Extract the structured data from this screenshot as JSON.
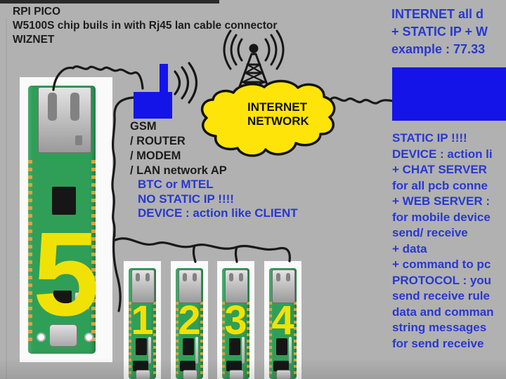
{
  "title_block": {
    "l1": "RPI PICO",
    "l2": "W5100S chip buils in with Rj45 lan cable connector",
    "l3": "WIZNET"
  },
  "internet_info": {
    "l1": "INTERNET all d",
    "l2": "+ STATIC IP + W",
    "l3": "example : 77.33"
  },
  "gsm_labels": {
    "l1": "GSM",
    "l2": "/ ROUTER",
    "l3": "/ MODEM",
    "l4": "/ LAN network AP"
  },
  "client_note": {
    "l1": "BTC or MTEL",
    "l2": "NO STATIC IP !!!!",
    "l3": "DEVICE : action like CLIENT"
  },
  "cloud": {
    "l1": "INTERNET",
    "l2": "NETWORK"
  },
  "server_note": {
    "l1": "STATIC IP !!!!",
    "l2": "DEVICE : action li",
    "l3": "+ CHAT SERVER",
    "l4": "for all pcb conne",
    "l5": "+ WEB SERVER :",
    "l6": "for mobile device",
    "l7": "send/ receive",
    "l8": "+ data",
    "l9": "+ command to pc",
    "l10": "PROTOCOL : you",
    "l11": "send receive rule",
    "l12": "data and comman",
    "l13": "string messages",
    "l14": "for send receive"
  },
  "boards": {
    "main": {
      "number": "5"
    },
    "clients": [
      {
        "number": "1"
      },
      {
        "number": "2"
      },
      {
        "number": "3"
      },
      {
        "number": "4"
      }
    ]
  },
  "colors": {
    "background": "#b1b1b1",
    "shape_blue": "#1414e8",
    "text_blue": "#2838d0",
    "cloud_yellow": "#ffe409",
    "number_yellow": "#f0e206",
    "pcb_green": "#2f9f58"
  }
}
